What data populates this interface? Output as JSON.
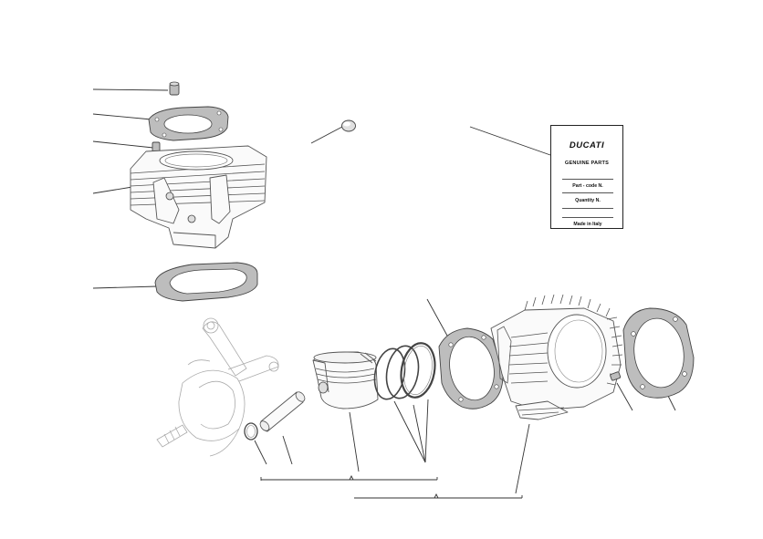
{
  "label": {
    "brand": "DUCATI",
    "subtitle": "GENUINE PARTS",
    "rows": [
      "Part - code N.",
      "Quantity N.",
      "Made in Italy"
    ]
  }
}
